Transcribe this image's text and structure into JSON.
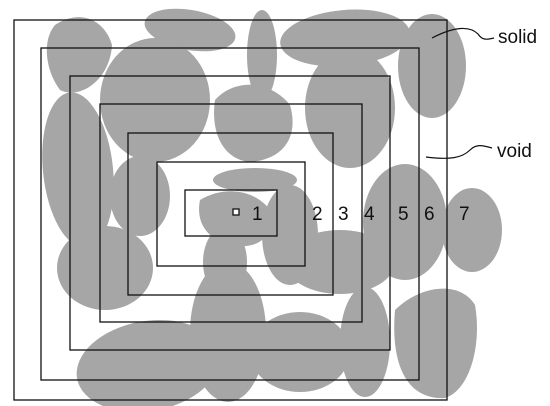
{
  "labels": {
    "solid": "solid",
    "void": "void"
  },
  "ring_numbers": [
    "1",
    "2",
    "3",
    "4",
    "5",
    "6",
    "7"
  ],
  "colors": {
    "solid_phase": "#a6a6a6",
    "void_phase": "#ffffff",
    "lines": "#111111"
  }
}
